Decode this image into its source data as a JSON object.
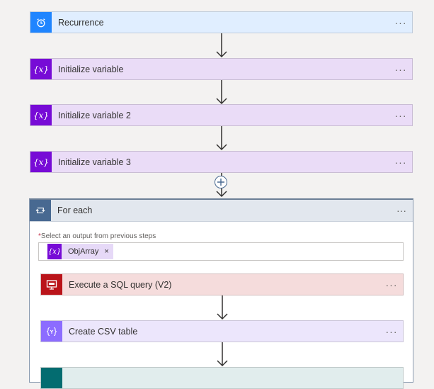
{
  "steps": {
    "recurrence": {
      "title": "Recurrence",
      "icon": "alarm-clock-icon",
      "color": "#1f85ff",
      "bg": "#e0eeff"
    },
    "init_var": {
      "title": "Initialize variable",
      "icon": "variable-icon",
      "color": "#770bd6",
      "bg": "#eadcf7"
    },
    "init_var2": {
      "title": "Initialize variable 2",
      "icon": "variable-icon",
      "color": "#770bd6",
      "bg": "#eadcf7"
    },
    "init_var3": {
      "title": "Initialize variable 3",
      "icon": "variable-icon",
      "color": "#770bd6",
      "bg": "#eadcf7"
    }
  },
  "more_label": "···",
  "variable_glyph": "{x}",
  "foreach": {
    "title": "For each",
    "required_mark": "*",
    "select_label": "Select an output from previous steps",
    "token_label": "ObjArray",
    "token_remove": "×",
    "inner_steps": {
      "sql": {
        "title": "Execute a SQL query (V2)",
        "icon": "sql-server-icon",
        "color": "#ba141a",
        "bg": "#f5dcdc"
      },
      "csv": {
        "title": "Create CSV table",
        "icon": "data-operation-icon",
        "color": "#8c6cff",
        "bg": "#ece6fc"
      },
      "next": {
        "title": "",
        "icon": "action-icon",
        "color": "#036c70",
        "bg": "#e1eded"
      }
    }
  }
}
